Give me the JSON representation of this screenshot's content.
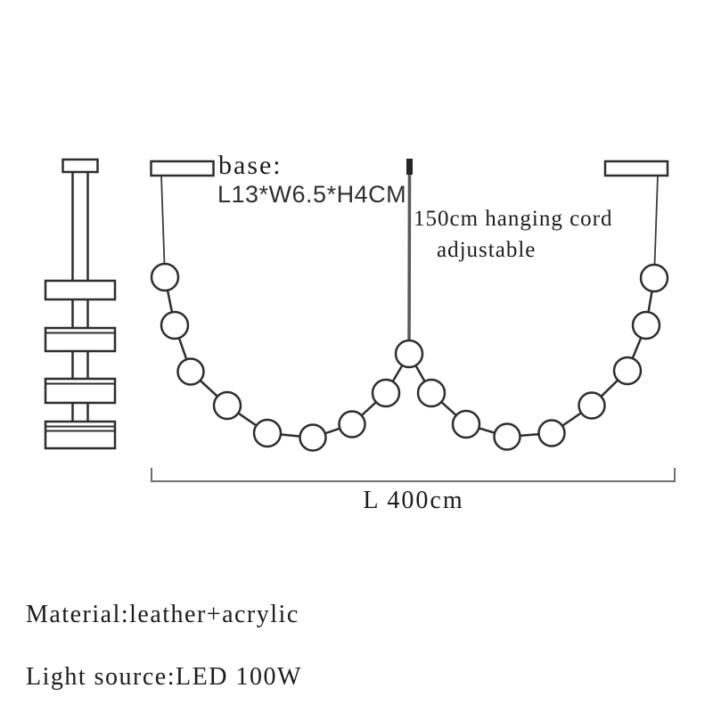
{
  "page": {
    "background_color": "#ffffff",
    "line_color": "#2e2e2e",
    "cord_color": "#595959",
    "dimension_color": "#6f6f6f"
  },
  "annotations": {
    "base_label": "base:",
    "base_dimensions": "L13*W6.5*H4CM",
    "hanging_cord_line1": "150cm hanging cord",
    "hanging_cord_line2": "adjustable",
    "total_length": "L 400cm",
    "material": "Material:leather+acrylic",
    "light_source": "Light source:LED 100W"
  }
}
